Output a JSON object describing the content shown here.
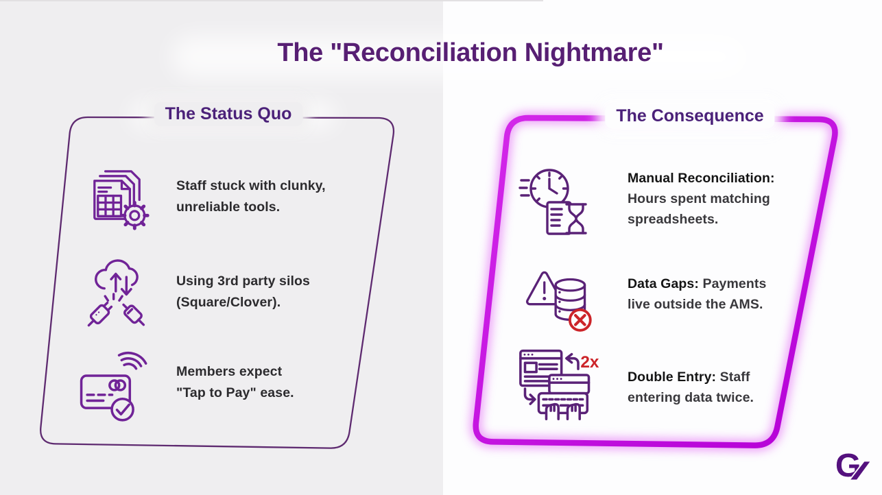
{
  "slide": {
    "title": "The \"Reconciliation Nightmare\""
  },
  "status_quo_panel": {
    "title": "The Status Quo",
    "items": [
      {
        "icon": "spreadsheet-gear",
        "lines": [
          "Staff stuck with clunky,",
          "unreliable tools."
        ]
      },
      {
        "icon": "cloud-sync-unplugged",
        "lines": [
          "Using 3rd party silos",
          "(Square/Clover)."
        ]
      },
      {
        "icon": "tap-to-pay",
        "lines": [
          "Members expect",
          "\"Tap to Pay\" ease."
        ]
      }
    ]
  },
  "consequence_panel": {
    "title": "The Consequence",
    "items": [
      {
        "icon": "clock-hourglass-document",
        "label": "Manual Reconciliation:",
        "after_label": "",
        "lines": [
          "Hours spent matching",
          "spreadsheets."
        ]
      },
      {
        "icon": "warning-database",
        "label": "Data Gaps:",
        "after_label": " Payments",
        "lines": [
          "live outside the AMS."
        ]
      },
      {
        "icon": "double-entry-keyboard",
        "label": "Double Entry:",
        "after_label": " Staff",
        "lines": [
          "entering data twice."
        ],
        "badge": "2x"
      }
    ]
  },
  "logo": {
    "letter": "G"
  },
  "colors": {
    "title_purple": "#571f73",
    "panel_title_purple": "#4b2179",
    "left_icon_purple": "#702397",
    "right_icon_purple": "#5a2277",
    "alert_red": "#cc2429",
    "accent_magenta": "#c512dc",
    "bg_left": "#efeef0",
    "bg_right": "#fdfdfe"
  }
}
